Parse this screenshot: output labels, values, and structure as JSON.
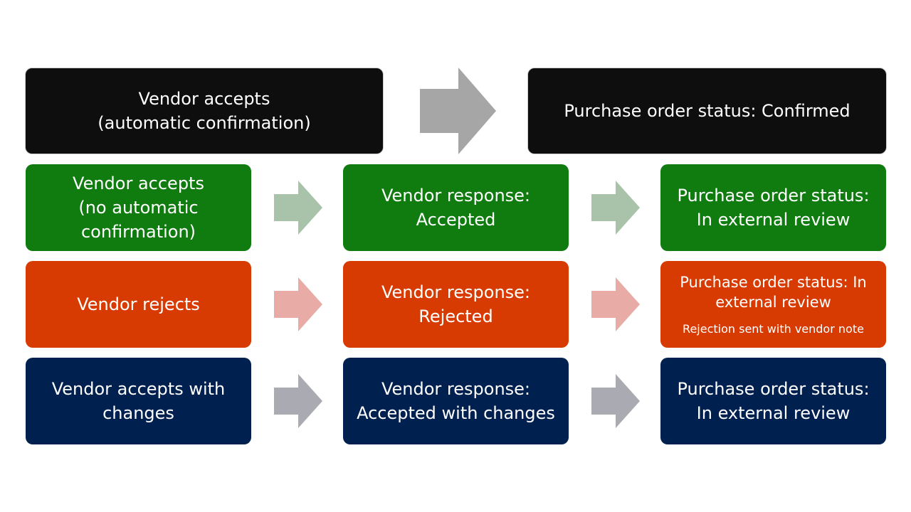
{
  "colors": {
    "black": "#0e0e0e",
    "green": "#107c10",
    "orange": "#d83b01",
    "navy": "#002050",
    "arrow_gray": "#a6a6a6",
    "arrow_green": "#a9c2aa",
    "arrow_pink": "#e8aba6",
    "arrow_slate": "#a9aab2"
  },
  "rows": {
    "auto": {
      "action": "Vendor accepts\n(automatic confirmation)",
      "status": "Purchase order status: Confirmed"
    },
    "accept": {
      "action": "Vendor accepts\n(no automatic\nconfirmation)",
      "response": "Vendor response:\nAccepted",
      "status": "Purchase order status:\nIn external review"
    },
    "reject": {
      "action": "Vendor rejects",
      "response": "Vendor response:\nRejected",
      "status": "Purchase order status: In\nexternal review",
      "note": "Rejection sent with vendor note"
    },
    "changes": {
      "action": "Vendor accepts with\nchanges",
      "response": "Vendor response:\nAccepted with changes",
      "status": "Purchase order status:\nIn external review"
    }
  }
}
